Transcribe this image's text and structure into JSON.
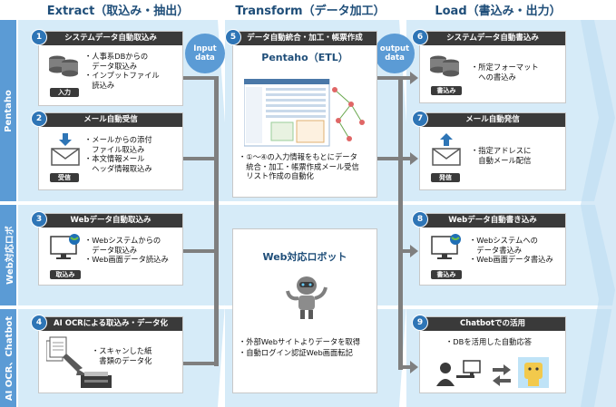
{
  "columns": {
    "extract": "Extract（取込み・抽出）",
    "transform": "Transform（データ加工）",
    "load": "Load（書込み・出力）"
  },
  "rows": {
    "pentaho": "Pentaho",
    "web": "Web対応ロボ",
    "ai": "AI OCR、Chatbot"
  },
  "connectors": {
    "input": "Input\ndata",
    "output": "output\ndata"
  },
  "extract_cards": [
    {
      "num": "1",
      "title": "システムデータ自動取込み",
      "lines": [
        "・人事系DBからの",
        "　データ取込み",
        "・インプットファイル",
        "　読込み"
      ],
      "tag": "入力"
    },
    {
      "num": "2",
      "title": "メール自動受信",
      "lines": [
        "・メールからの添付",
        "　ファイル取込み",
        "・本文情報メール",
        "　ヘッダ情報取込み"
      ],
      "tag": "受信"
    },
    {
      "num": "3",
      "title": "Webデータ自動取込み",
      "lines": [
        "・Webシステムからの",
        "　データ取込み",
        "・Web画面データ読込み"
      ],
      "tag": "取込み"
    },
    {
      "num": "4",
      "title": "AI OCRによる取込み・データ化",
      "lines": [
        "・スキャンした紙",
        "　書類のデータ化"
      ]
    }
  ],
  "transform": {
    "num": "5",
    "title": "データ自動統合・加工・帳票作成",
    "etl_label": "Pentaho（ETL）",
    "etl_lines": [
      "・①～④の入力情報をもとにデータ",
      "　統合・加工・帳票作成メール受信",
      "　リスト作成の自動化"
    ],
    "robot_label": "Web対応ロボット",
    "robot_lines": [
      "・外部Webサイトよりデータを取得",
      "・自動ログイン認証Web画面転記"
    ]
  },
  "load_cards": [
    {
      "num": "6",
      "title": "システムデータ自動書込み",
      "lines": [
        "・所定フォーマット",
        "　への書込み"
      ],
      "tag": "書込み"
    },
    {
      "num": "7",
      "title": "メール自動発信",
      "lines": [
        "・指定アドレスに",
        "　自動メール配信"
      ],
      "tag": "発信"
    },
    {
      "num": "8",
      "title": "Webデータ自動書き込み",
      "lines": [
        "・Webシステムへの",
        "　データ書込み",
        "・Web画面データ書込み"
      ],
      "tag": "書込み"
    },
    {
      "num": "9",
      "title": "Chatbotでの活用",
      "lines": [
        "・DBを活用した自動応答"
      ]
    }
  ],
  "colors": {
    "band": "#cfe6f7",
    "accent": "#2e75b6",
    "side": "#5b9bd5",
    "arrow": "#7f7f7f",
    "dark": "#3a3a3a"
  }
}
